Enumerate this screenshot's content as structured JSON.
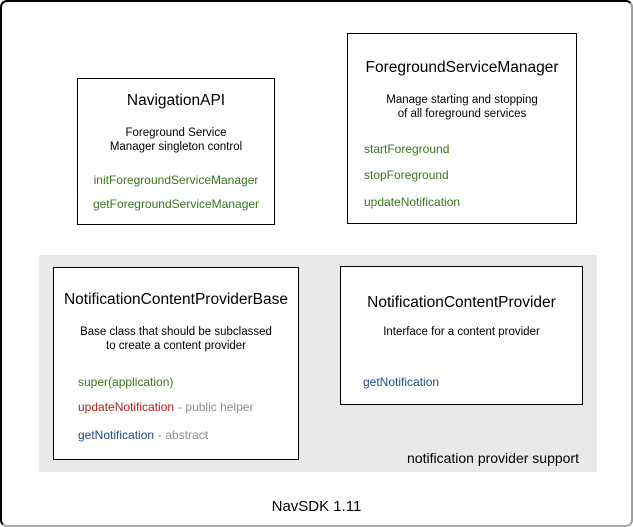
{
  "caption": "NavSDK 1.11",
  "group_label": "notification provider support",
  "colors": {
    "box_border": "#000000",
    "text": "#000000",
    "method_green": "#38761d",
    "method_red": "#ad2317",
    "method_blue": "#1b4d8c",
    "annotation_gray": "#8f8f8f",
    "group_background": "#e9e9e9"
  },
  "boxes": {
    "navigation_api": {
      "title": "NavigationAPI",
      "description": [
        "Foreground Service",
        "Manager singleton control"
      ],
      "methods": {
        "init_foreground_service_manager": "initForegroundServiceManager",
        "get_foreground_service_manager": "getForegroundServiceManager"
      }
    },
    "foreground_service_manager": {
      "title": "ForegroundServiceManager",
      "description": [
        "Manage starting and stopping",
        "of all foreground services"
      ],
      "methods": {
        "start_foreground": "startForeground",
        "stop_foreground": "stopForeground",
        "update_notification": "updateNotification"
      }
    },
    "notification_content_provider_base": {
      "title": "NotificationContentProviderBase",
      "description": [
        "Base class that should be subclassed",
        "to create a content provider"
      ],
      "methods": {
        "super_application": "super(application)",
        "update_notification": "updateNotification",
        "update_notification_note": "- public helper",
        "get_notification": "getNotification",
        "get_notification_note": "- abstract"
      }
    },
    "notification_content_provider": {
      "title": "NotificationContentProvider",
      "description": [
        "Interface for a content provider"
      ],
      "methods": {
        "get_notification": "getNotification"
      }
    }
  }
}
